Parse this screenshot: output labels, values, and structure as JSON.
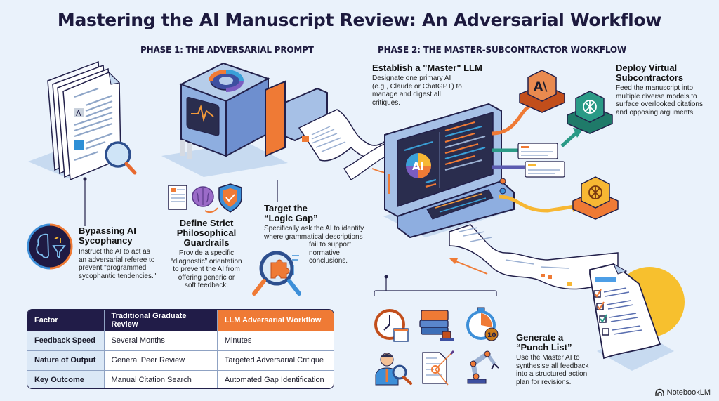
{
  "title": "Mastering the AI Manuscript Review: An Adversarial Workflow",
  "phase1": {
    "label": "PHASE 1: THE ADVERSARIAL PROMPT",
    "steps": [
      {
        "heading_l1": "Bypassing AI",
        "heading_l2": "Sycophancy",
        "body": [
          "Instruct the AI to act as",
          "an adversarial referee to",
          "prevent \"programmed",
          "sycophantic tendencies.\""
        ],
        "icon": "brain-filter-icon"
      },
      {
        "heading_l1": "Define Strict",
        "heading_l2": "Philosophical",
        "heading_l3": "Guardrails",
        "body": [
          "Provide a specific",
          "“diagnostic” orientation",
          "to prevent the AI from",
          "offering generic or",
          "soft feedback."
        ],
        "icon": "scroll-brain-shield-icon"
      },
      {
        "heading_l1": "Target the",
        "heading_l2": "“Logic Gap”",
        "body": [
          "Specifically ask the AI to identify",
          "where grammatical descriptions",
          "fail to support",
          "normative",
          "conclusions."
        ],
        "icon": "puzzle-magnifier-icon"
      }
    ]
  },
  "phase2": {
    "label": "PHASE 2: THE MASTER-SUBCONTRACTOR WORKFLOW",
    "steps": [
      {
        "heading": "Establish a \"Master\" LLM",
        "body": [
          "Designate one primary AI",
          "(e.g., Claude or ChatGPT) to",
          "manage and digest all",
          "critiques."
        ]
      },
      {
        "heading_l1": "Deploy Virtual",
        "heading_l2": "Subcontractors",
        "body": [
          "Feed the manuscript into",
          "multiple diverse models to",
          "surface overlooked citations",
          "and opposing arguments."
        ]
      },
      {
        "heading_l1": "Generate a",
        "heading_l2": "“Punch List”",
        "body": [
          "Use the Master AI to",
          "synthesise all feedback",
          "into a structured action",
          "plan for revisions."
        ]
      }
    ],
    "master_screen_label": "AI"
  },
  "comparison_table": {
    "headers": [
      "Factor",
      "Traditional Graduate Review",
      "LLM Adversarial Workflow"
    ],
    "rows": [
      [
        "Feedback Speed",
        "Several Months",
        "Minutes"
      ],
      [
        "Nature of Output",
        "General Peer Review",
        "Targeted Adversarial Critique"
      ],
      [
        "Key Outcome",
        "Manual Citation Search",
        "Automated Gap Identification"
      ]
    ]
  },
  "icon_grid": [
    "clock-calendar-icon",
    "books-stamp-icon",
    "stopwatch-icon",
    "reviewer-magnifier-icon",
    "document-target-icon",
    "robot-arm-icon"
  ],
  "stopwatch_badge": "10",
  "anthropic_glyph": "A\\",
  "brand": "NotebookLM",
  "colors": {
    "navy": "#211c48",
    "orange": "#ef7a35",
    "teal": "#2a9a86",
    "yellow": "#f7b733",
    "blue": "#4f86c6",
    "background": "#eaf2fb"
  }
}
